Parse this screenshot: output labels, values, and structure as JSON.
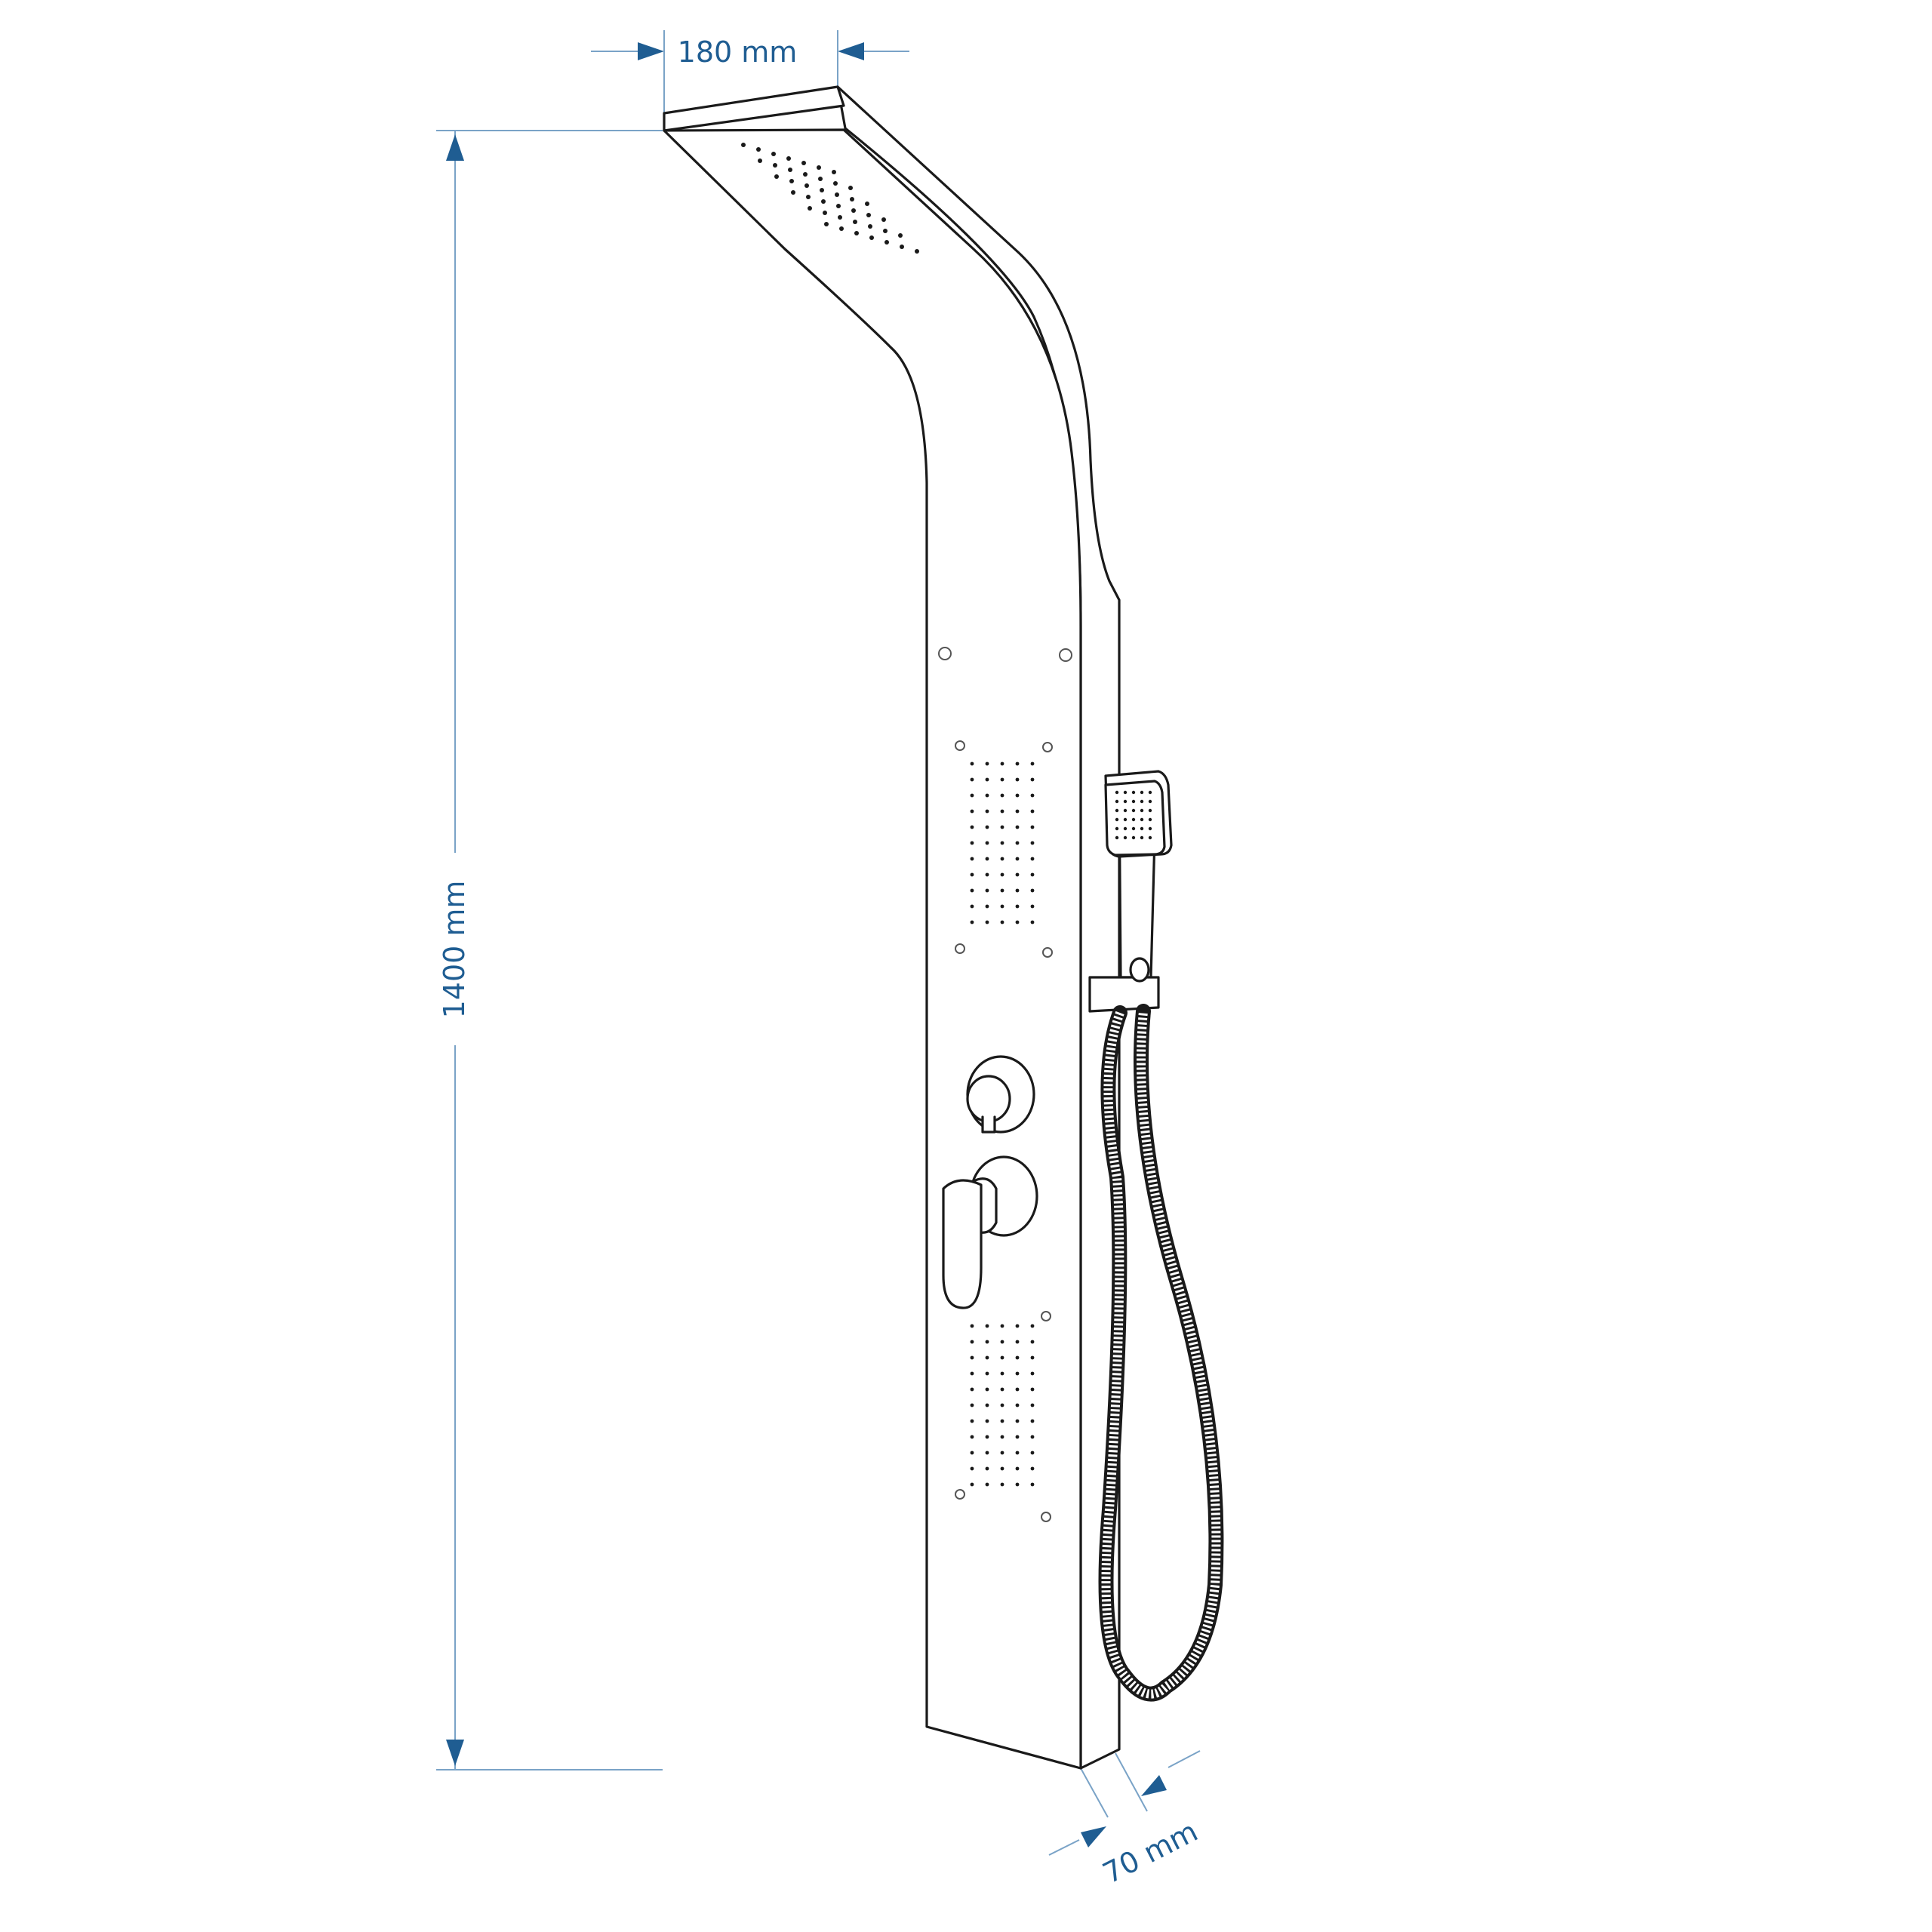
{
  "dimensions": {
    "width_label": "180 mm",
    "height_label": "1400 mm",
    "depth_label": "70 mm"
  },
  "colors": {
    "dimension": "#1f5d92",
    "dimension_line": "#7aa3c7",
    "ink": "#1a1a1a",
    "background": "#ffffff"
  }
}
